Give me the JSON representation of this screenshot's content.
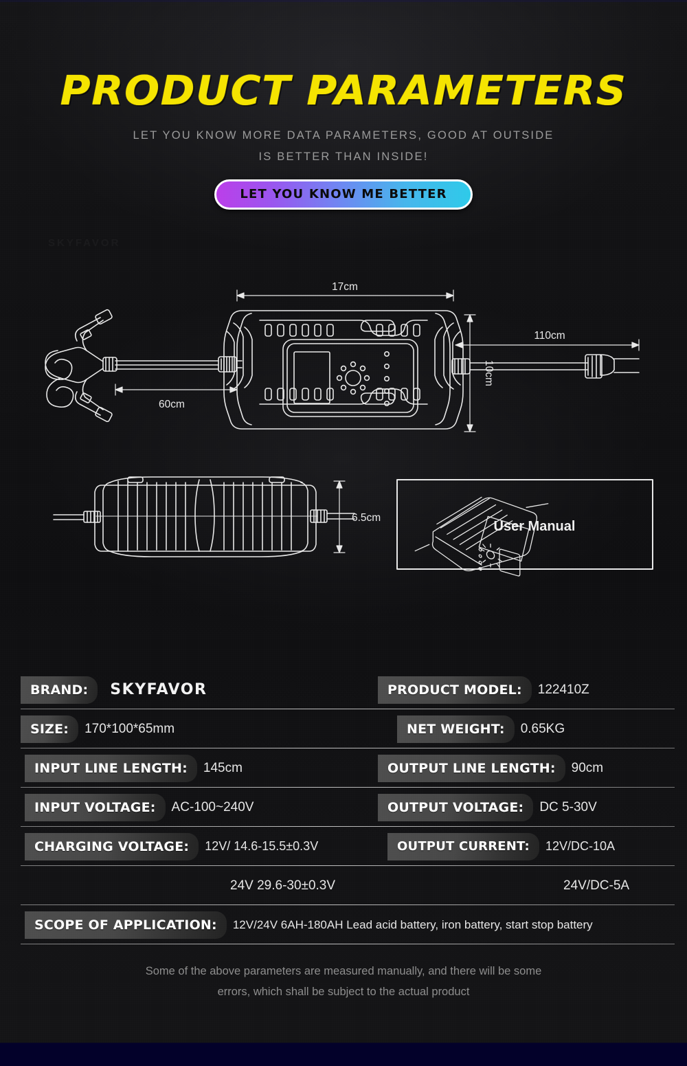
{
  "header": {
    "title": "PRODUCT PARAMETERS",
    "subtitle_line1": "LET YOU KNOW MORE DATA PARAMETERS, GOOD AT OUTSIDE",
    "subtitle_line2": "IS BETTER THAN INSIDE!",
    "badge_label": "LET YOU KNOW ME BETTER",
    "title_color": "#f5e400",
    "badge_gradient_from": "#bb3ee9",
    "badge_gradient_to": "#2ecae9"
  },
  "diagram": {
    "watermark": "SKYFAVOR",
    "dimensions": {
      "width": "17cm",
      "height": "10cm",
      "depth": "6.5cm",
      "output_cable": "60cm",
      "input_cable": "110cm"
    },
    "manual_box_label": "User Manual"
  },
  "specs": {
    "rows": [
      {
        "left_label": "BRAND:",
        "left_value": "SKYFAVOR",
        "right_label": "PRODUCT MODEL:",
        "right_value": "122410Z"
      },
      {
        "left_label": "SIZE:",
        "left_value": "170*100*65mm",
        "right_label": "NET WEIGHT:",
        "right_value": "0.65KG"
      },
      {
        "left_label": "INPUT LINE LENGTH:",
        "left_value": "145cm",
        "right_label": "OUTPUT LINE LENGTH:",
        "right_value": "90cm"
      },
      {
        "left_label": "INPUT VOLTAGE:",
        "left_value": "AC-100~240V",
        "right_label": "OUTPUT VOLTAGE:",
        "right_value": "DC 5-30V"
      },
      {
        "left_label": "CHARGING VOLTAGE:",
        "left_value": "12V/ 14.6-15.5±0.3V",
        "right_label": "OUTPUT CURRENT:",
        "right_value": "12V/DC-10A"
      }
    ],
    "continuation": {
      "left_value": "24V 29.6-30±0.3V",
      "right_value": "24V/DC-5A"
    },
    "scope": {
      "label": "SCOPE OF APPLICATION:",
      "value": "12V/24V  6AH-180AH Lead acid battery, iron battery, start stop battery"
    }
  },
  "footer": {
    "disclaimer_line1": "Some of the above parameters are measured manually, and there will be some",
    "disclaimer_line2": "errors, which shall be subject to the actual product"
  }
}
